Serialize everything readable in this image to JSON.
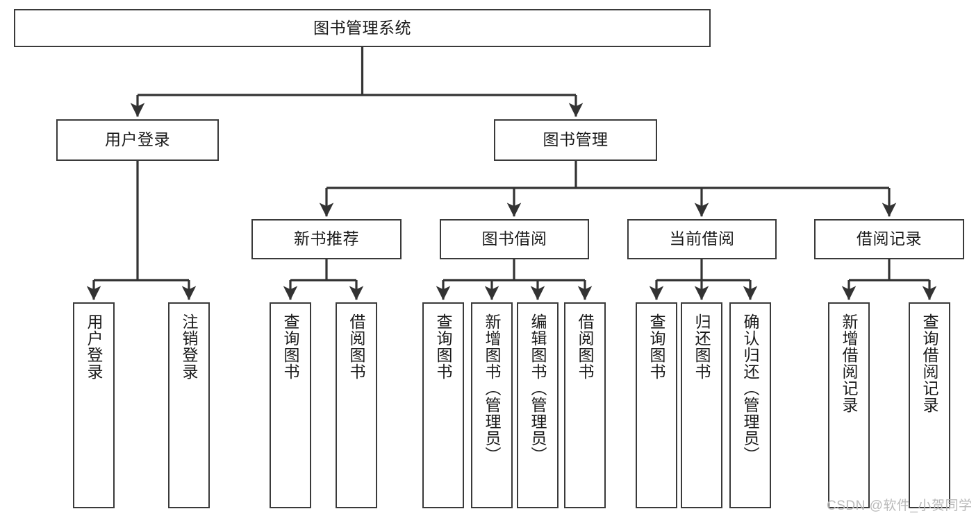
{
  "diagram": {
    "title": "图书管理系统",
    "type": "tree",
    "watermark": "CSDN @软件_小贺同学",
    "colors": {
      "box_border": "#3a3a3a",
      "box_fill": "#ffffff",
      "connector": "#333333",
      "text": "#1a1a1a",
      "watermark": "#b9b9b9"
    },
    "root": {
      "label": "图书管理系统"
    },
    "level2": [
      {
        "label": "用户登录"
      },
      {
        "label": "图书管理"
      }
    ],
    "level3": [
      {
        "label": "新书推荐"
      },
      {
        "label": "图书借阅"
      },
      {
        "label": "当前借阅"
      },
      {
        "label": "借阅记录"
      }
    ],
    "leaves": {
      "user_login": [
        {
          "label": "用户登录"
        },
        {
          "label": "注销登录"
        }
      ],
      "new_book_recommend": [
        {
          "label": "查询图书"
        },
        {
          "label": "借阅图书"
        }
      ],
      "book_borrow": [
        {
          "label": "查询图书"
        },
        {
          "label": "新增图书（管理员）"
        },
        {
          "label": "编辑图书（管理员）"
        },
        {
          "label": "借阅图书"
        }
      ],
      "current_borrow": [
        {
          "label": "查询图书"
        },
        {
          "label": "归还图书"
        },
        {
          "label": "确认归还（管理员）"
        }
      ],
      "borrow_records": [
        {
          "label": "新增借阅记录"
        },
        {
          "label": "查询借阅记录"
        }
      ]
    }
  }
}
